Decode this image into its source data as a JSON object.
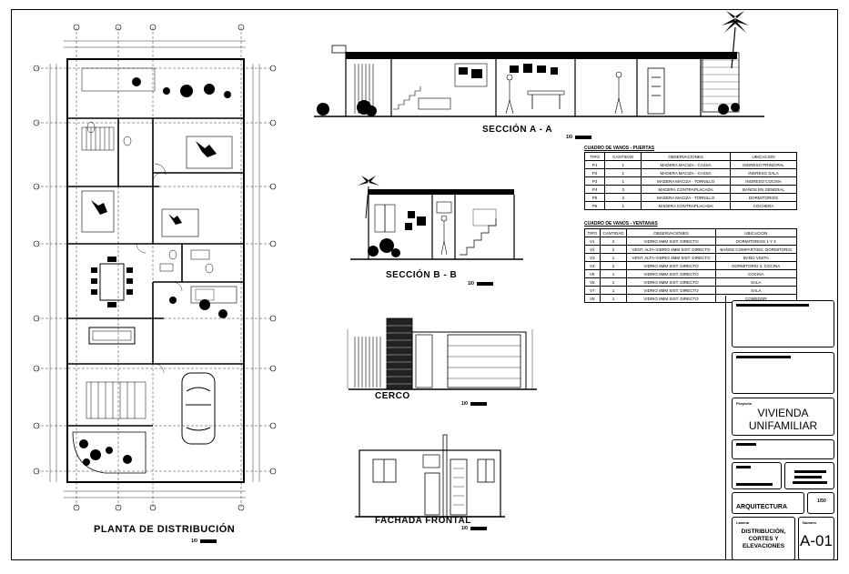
{
  "plan": {
    "title": "PLANTA DE DISTRIBUCIÓN",
    "scale": "1/0"
  },
  "section_a": {
    "title": "SECCIÓN A - A",
    "scale": "1/0"
  },
  "section_b": {
    "title": "SECCIÓN B - B",
    "scale": "1/0"
  },
  "fence": {
    "title": "CERCO",
    "scale": "1/0"
  },
  "facade": {
    "title": "FACHADA FRONTAL",
    "scale": "1/0"
  },
  "doors": {
    "title": "CUADRO DE VANOS - PUERTAS",
    "headers": [
      "TIPO",
      "CANTIDAD",
      "OBSERVACIONES",
      "UBICACION"
    ],
    "rows": [
      [
        "P1",
        "1",
        "MADERA MACIZA - CASSA",
        "INGRESO PRINCIPAL"
      ],
      [
        "P2",
        "1",
        "MADERA MACIZA - CASSA",
        "INGRESO SALA"
      ],
      [
        "P3",
        "1",
        "MADERA MACIZA - TORNILLO",
        "INGRESO COCINA"
      ],
      [
        "P4",
        "3",
        "MADERA CONTRAPLACADA",
        "BAÑOS EN GENERAL"
      ],
      [
        "P5",
        "3",
        "MADERA MACIZA - TORNILLO",
        "DORMITORIOS"
      ],
      [
        "P6",
        "1",
        "MADERA CONTRAPLACADA",
        "COCHERA"
      ]
    ]
  },
  "windows": {
    "title": "CUADRO DE VANOS - VENTANAS",
    "headers": [
      "TIPO",
      "CANTIDAD",
      "OBSERVACIONES",
      "UBICACION"
    ],
    "rows": [
      [
        "V1",
        "2",
        "VIDRIO 6MM SIST. DIRECTO",
        "DORMITORIOS 1 Y 3"
      ],
      [
        "V2",
        "2",
        "VENT. ALTA-VIDRIO 4MM SIST. DIRECTO",
        "BAÑOS COMPARTIDO, DORMITORIO"
      ],
      [
        "V3",
        "1",
        "VENT. ALTA-VIDRIO 4MM SIST. DIRECTO",
        "BAÑO VISITA"
      ],
      [
        "V4",
        "2",
        "VIDRIO 6MM SIST. DIRECTO",
        "DORMITORIO 2, COCINA"
      ],
      [
        "V5",
        "1",
        "VIDRIO 6MM SIST. DIRECTO",
        "COCINA"
      ],
      [
        "V6",
        "1",
        "VIDRIO 6MM SIST. DIRECTO",
        "SALA"
      ],
      [
        "V7",
        "1",
        "VIDRIO 6MM SIST. DIRECTO",
        "SALA"
      ],
      [
        "V8",
        "1",
        "VIDRIO 6MM SIST. DIRECTO",
        "COMEDOR"
      ]
    ]
  },
  "title_block": {
    "project_label": "Proyecto",
    "project_name_1": "VIVIENDA",
    "project_name_2": "UNIFAMILIAR",
    "specialty": "ARQUITECTURA",
    "sheet_label": "Lamina",
    "sheet_desc_1": "DISTRIBUCIÓN,",
    "sheet_desc_2": "CORTES Y",
    "sheet_desc_3": "ELEVACIONES",
    "sheet_number_label": "Numero",
    "sheet_number": "A-01",
    "scale_label": "1/50"
  }
}
